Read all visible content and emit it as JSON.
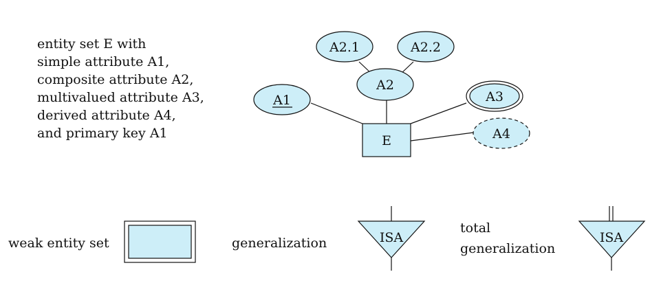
{
  "description": {
    "lines": [
      "entity set E with",
      "simple attribute A1,",
      "composite attribute A2,",
      "multivalued attribute A3,",
      "derived attribute A4,",
      "and primary key A1"
    ]
  },
  "entity": {
    "label": "E"
  },
  "attributes": {
    "a1": "A1",
    "a2": "A2",
    "a2_1": "A2.1",
    "a2_2": "A2.2",
    "a3": "A3",
    "a4": "A4"
  },
  "legend": {
    "weak_entity_label": "weak entity set",
    "generalization_label": "generalization",
    "total_generalization_label_line1": "total",
    "total_generalization_label_line2": "generalization",
    "isa_label": "ISA",
    "isa_total_label": "ISA"
  },
  "colors": {
    "fill": "#cdeef8",
    "stroke": "#111111"
  }
}
